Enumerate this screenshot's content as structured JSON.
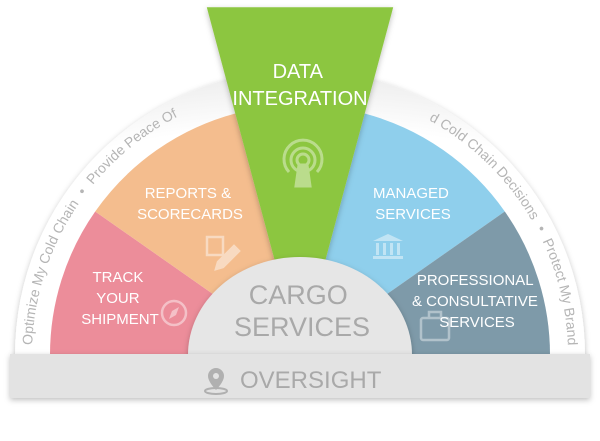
{
  "ring_text": {
    "left": "Optimize My Cold Chain",
    "left_top": "Provide Peace Of",
    "right_top": "d Cold Chain Decisions",
    "right": "Protect My Brand",
    "separator": "•"
  },
  "segments": [
    {
      "line1": "TRACK",
      "line2": "YOUR",
      "line3": "SHIPMENT",
      "icon": "compass-icon",
      "color": "#ec8d9a"
    },
    {
      "line1": "REPORTS &",
      "line2": "SCORECARDS",
      "icon": "edit-document-icon",
      "color": "#f4bd8e"
    },
    {
      "line1": "DATA",
      "line2": "INTEGRATION",
      "icon": "broadcast-tower-icon",
      "color": "#8cc63f"
    },
    {
      "line1": "MANAGED",
      "line2": "SERVICES",
      "icon": "bank-building-icon",
      "color": "#8fcfec"
    },
    {
      "line1": "PROFESSIONAL",
      "line2": "& CONSULTATIVE",
      "line3": "SERVICES",
      "icon": "briefcase-icon",
      "color": "#7e9aa9"
    }
  ],
  "center": {
    "line1": "CARGO",
    "line2": "SERVICES"
  },
  "footer": {
    "label": "OVERSIGHT",
    "icon": "location-pin-icon"
  }
}
